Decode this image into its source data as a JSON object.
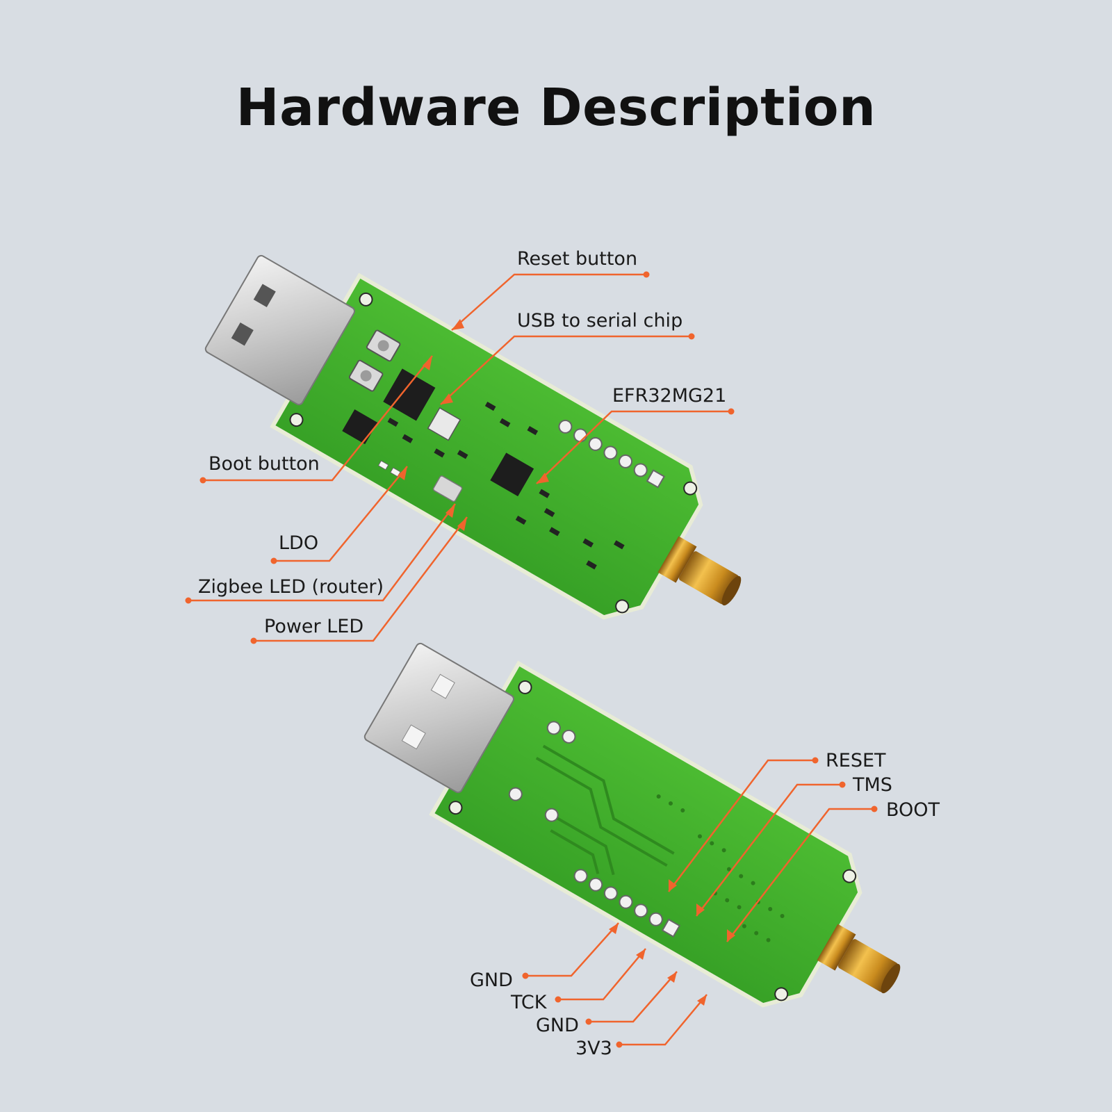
{
  "title": "Hardware Description",
  "accent_color": "#f0642d",
  "board_color": "#43b02a",
  "top_labels": {
    "reset_button": "Reset button",
    "usb_serial_chip": "USB to serial chip",
    "efr32mg21": "EFR32MG21",
    "boot_button": "Boot button",
    "ldo": "LDO",
    "zigbee_led": "Zigbee LED (router)",
    "power_led": "Power LED"
  },
  "bottom_labels": {
    "reset": "RESET",
    "tms": "TMS",
    "boot": "BOOT",
    "gnd_1": "GND",
    "tck": "TCK",
    "gnd_2": "GND",
    "v3v3": "3V3"
  }
}
